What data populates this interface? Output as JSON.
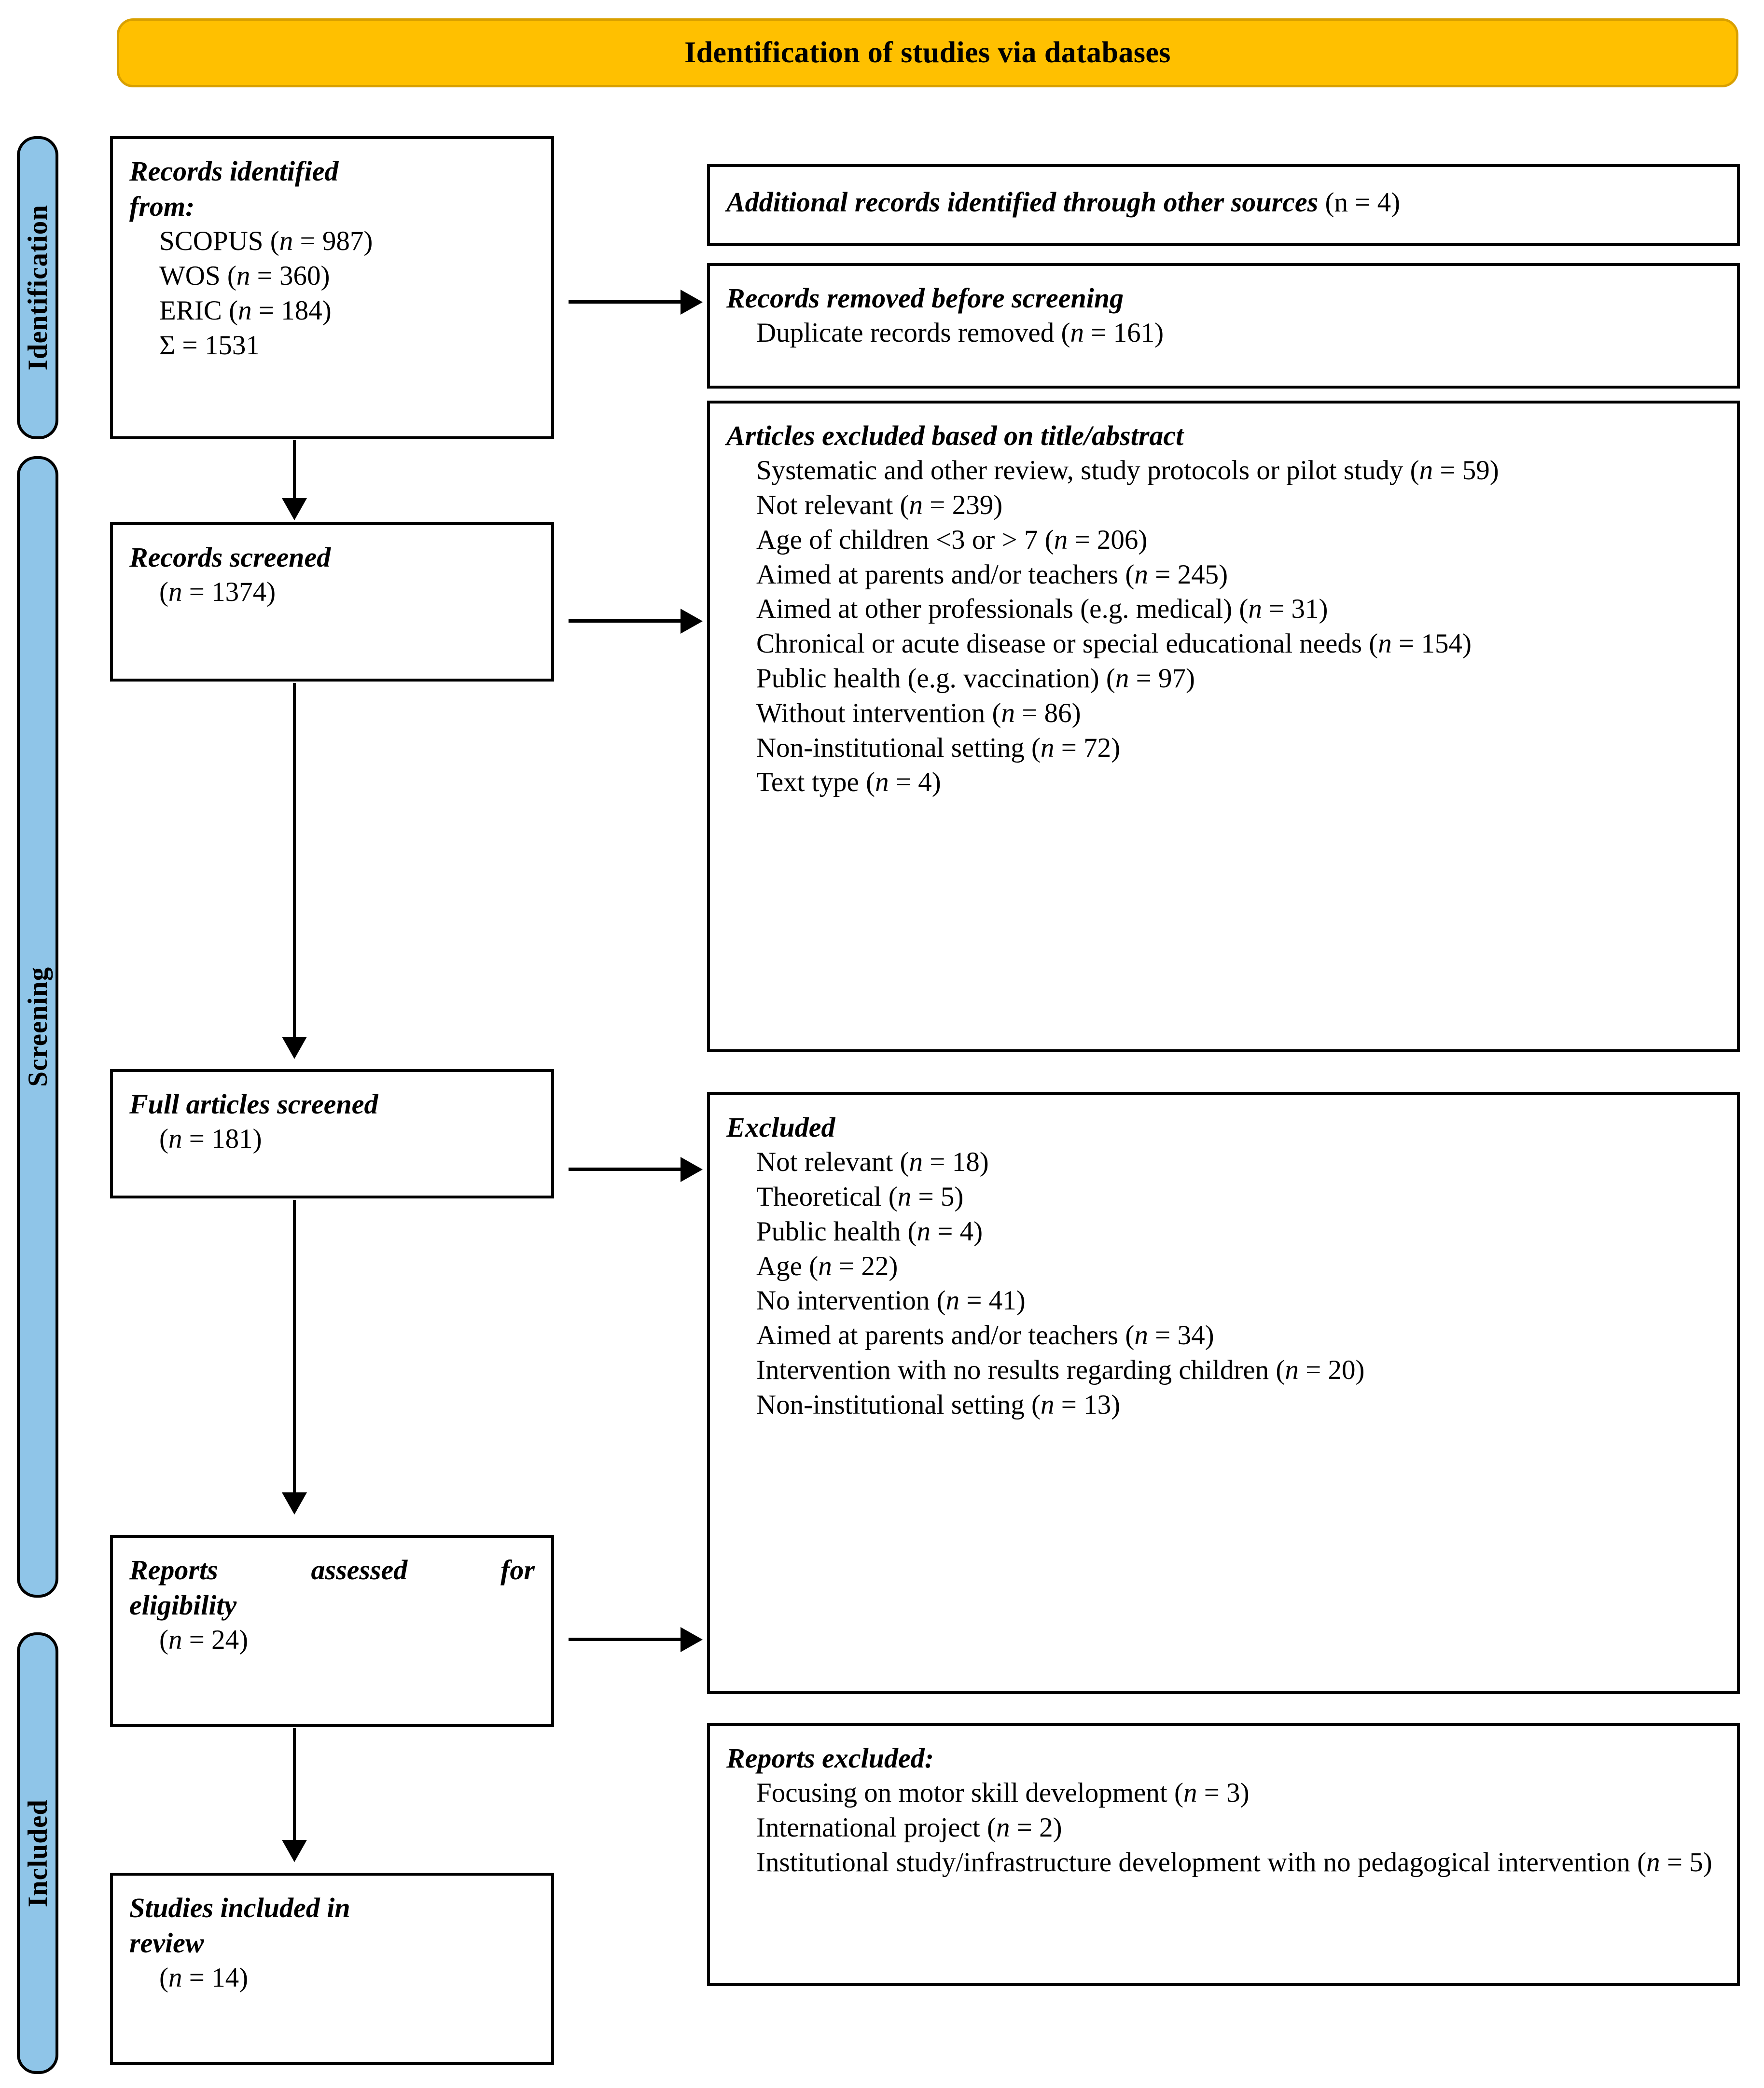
{
  "banner": {
    "title": "Identification of studies via databases"
  },
  "stages": [
    {
      "label": "Identification"
    },
    {
      "label": "Screening"
    },
    {
      "label": "Included"
    }
  ],
  "boxes": {
    "records_identified": {
      "header_line1": "Records identified",
      "header_line2": "from:",
      "items": [
        "SCOPUS (n = 987)",
        "WOS (n = 360)",
        "ERIC (n = 184)",
        "Σ = 1531"
      ]
    },
    "additional_records": {
      "header": "Additional records identified through other sources",
      "count": "(n = 4)"
    },
    "records_removed": {
      "header": "Records removed before screening",
      "items": [
        "Duplicate records removed (n = 161)"
      ]
    },
    "articles_excluded": {
      "header": "Articles excluded based on title/abstract",
      "items": [
        "Systematic and other review, study protocols or pilot study (n = 59)",
        "Not relevant (n = 239)",
        "Age of children <3 or > 7 (n = 206)",
        "Aimed at parents and/or teachers (n = 245)",
        "Aimed at other professionals (e.g. medical) (n = 31)",
        "Chronical or acute disease or special educational needs (n = 154)",
        "Public health (e.g. vaccination) (n = 97)",
        "Without intervention (n = 86)",
        "Non-institutional setting (n = 72)",
        "Text type (n = 4)"
      ]
    },
    "records_screened": {
      "header": "Records screened",
      "count": "(n = 1374)"
    },
    "full_articles_screened": {
      "header": "Full articles screened",
      "count": "(n = 181)"
    },
    "excluded": {
      "header": "Excluded",
      "items": [
        "Not relevant (n = 18)",
        "Theoretical (n = 5)",
        "Public health (n = 4)",
        "Age (n = 22)",
        "No intervention (n = 41)",
        "Aimed at parents and/or teachers (n = 34)",
        "Intervention with no results regarding children (n = 20)",
        "Non-institutional setting (n = 13)"
      ]
    },
    "reports_assessed": {
      "header_line1": "Reports assessed for",
      "header_line2": "eligibility",
      "count": "(n = 24)"
    },
    "reports_excluded": {
      "header": "Reports excluded:",
      "items": [
        "Focusing on motor skill development (n = 3)",
        "International project (n = 2)",
        "Institutional study/infrastructure development with no pedagogical intervention (n = 5)"
      ]
    },
    "studies_included": {
      "header_line1": "Studies included in",
      "header_line2": "review",
      "count": "(n = 14)"
    }
  },
  "colors": {
    "banner_fill": "#FFC000",
    "banner_border": "#D9A000",
    "stage_fill": "#8FC5E8",
    "box_border": "#000000"
  }
}
